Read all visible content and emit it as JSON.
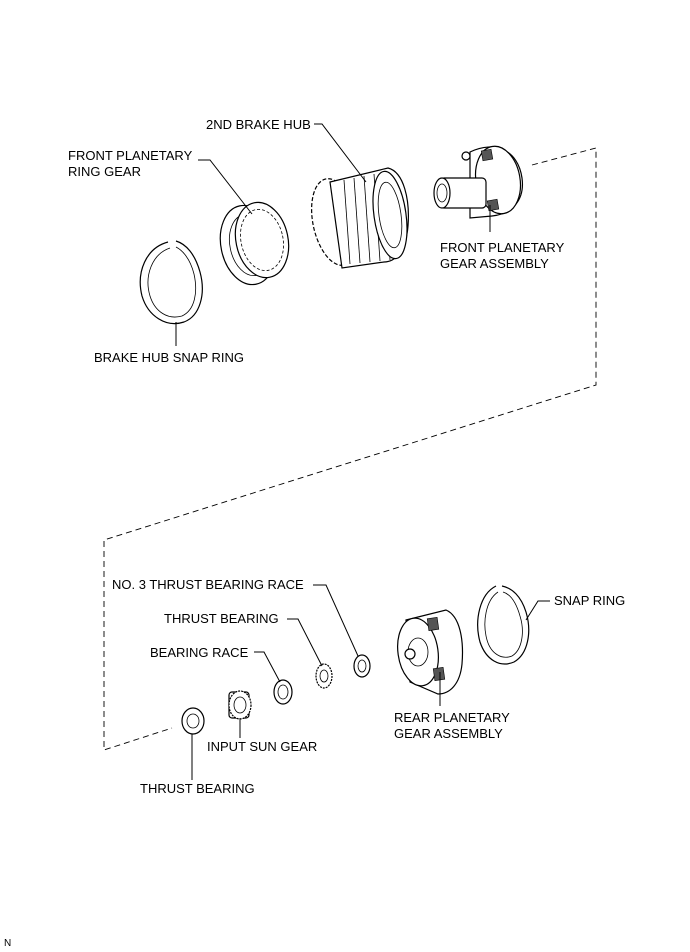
{
  "labels": {
    "second_brake_hub": "2ND BRAKE HUB",
    "front_ring_gear_line1": "FRONT PLANETARY",
    "front_ring_gear_line2": "RING GEAR",
    "front_gear_assembly_line1": "FRONT PLANETARY",
    "front_gear_assembly_line2": "GEAR ASSEMBLY",
    "brake_hub_snap_ring": "BRAKE HUB SNAP RING",
    "no3_thrust_bearing_race": "NO. 3 THRUST BEARING RACE",
    "thrust_bearing_upper": "THRUST BEARING",
    "snap_ring": "SNAP RING",
    "bearing_race": "BEARING RACE",
    "rear_gear_assembly_line1": "REAR PLANETARY",
    "rear_gear_assembly_line2": "GEAR ASSEMBLY",
    "input_sun_gear": "INPUT SUN GEAR",
    "thrust_bearing_lower": "THRUST BEARING"
  },
  "corner_mark": "N"
}
